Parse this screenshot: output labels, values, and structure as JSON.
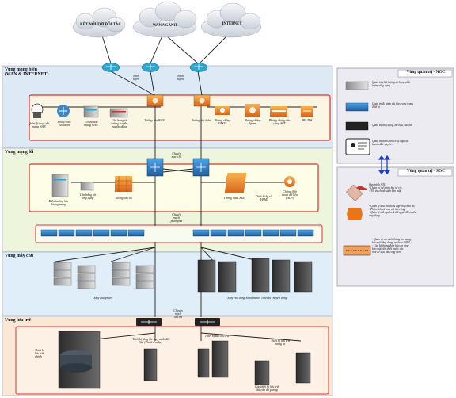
{
  "clouds": {
    "partner": "KẾT NỐI TỚI ĐỐI TÁC",
    "wan": "WAN NGÀNH",
    "internet": "INTERNET"
  },
  "zones": {
    "edge": "Vùng mạng biên\n(WAN & INTERNET)",
    "core": "Vùng mạng lõi",
    "server": "Vùng máy chủ",
    "storage": "Vùng lưu trữ"
  },
  "edge": {
    "routing_left": "Định\ntuyến",
    "routing_right": "Định\ntuyến",
    "items": [
      "Quản lý truy cập\nmạng WAN",
      "Proxy/Web\nIsolation",
      "Tối ưu hóa\nmạng WAN",
      "Cân bằng tải\nđường truyền,\nnguồn dùng",
      "Tường lửa WAN",
      "Tường lửa biên",
      "Phòng chống\nDDOS",
      "Phòng chống\nSpam",
      "Phòng chống tấn\ncông APT",
      "IPS/IDS"
    ]
  },
  "core": {
    "switch_label": "Chuyển\nmạch lõi",
    "dist_label": "Chuyển\nmạch\nphân phối",
    "items": [
      "Điều hướng lưu\nlượng mạng",
      "Cân bằng tải\nứng dụng",
      "Tường lửa lõi",
      "Tường lửa CSDL",
      "Thiết bị ký số\n(HSM)",
      "Chống thất\nthoát dữ liệu\n(DLP)"
    ]
  },
  "server": {
    "general": "Máy chủ phiến",
    "specialized": "Máy chủ dùng Mainframe/ Thiết bị chuyên dụng"
  },
  "storage": {
    "switch_label": "Chuyển\nmạch\nlưu trữ",
    "main": "Thiết bị\nlưu trữ\nchính",
    "flash": "Thiết bị tăng tốc truy xuất dữ\nliệu (Flash Cache)",
    "backup": "Thiết bị sao lưu trữ",
    "tape": "Thiết bị lưu trữ\nbăng từ",
    "dr": "Các thiết bị lưu trữ\nthứ cấp dự phòng"
  },
  "noc": {
    "title": "Vùng quản trị - NOC",
    "items": [
      "Quản trị chất lượng dịch vụ, chất\nlượng ứng dụng",
      "Quản trị & giám sát tập trung trang\nthiết bị",
      "Quản trị ứng dụng, dữ liệu, sao lưu",
      "Quản trị định danh truy cập; tài\nkhoản đặc quyền..."
    ]
  },
  "soc": {
    "title": "Vùng quản trị - SOC",
    "items": [
      "Quy trình SOC\n- Quản trị sự phản hồi sự cố;\n- Tối ưu chính sách bảo mật",
      "- Quản lý dấu chuẩn & cập nhật bản vá;\n- Phân tích và truy vết tấn công\n- Quản lý mã nguồn & dữ quyết điểm yếu\nứng dụng",
      "- Quản trị an ninh thông tin mạng,\nbảo mật ứng dụng, mã hóa CSDL;\n- Các hệ thống đảm bảo an ninh\nbảo mật cần thiết trước các\nmối đe dọa tấn công mới"
    ]
  },
  "colors": {
    "edge_zone": "#ddeaf6",
    "core_zone": "#eef5dd",
    "server_zone": "#dfeef9",
    "storage_zone": "#fbe7d6",
    "panel": "#ecebf2",
    "red_box": "#e0302a",
    "firewall": "#f08a2a",
    "switch": "#2a7dc4",
    "router": "#2ba7cf",
    "cloud": "#d7dbe3"
  }
}
